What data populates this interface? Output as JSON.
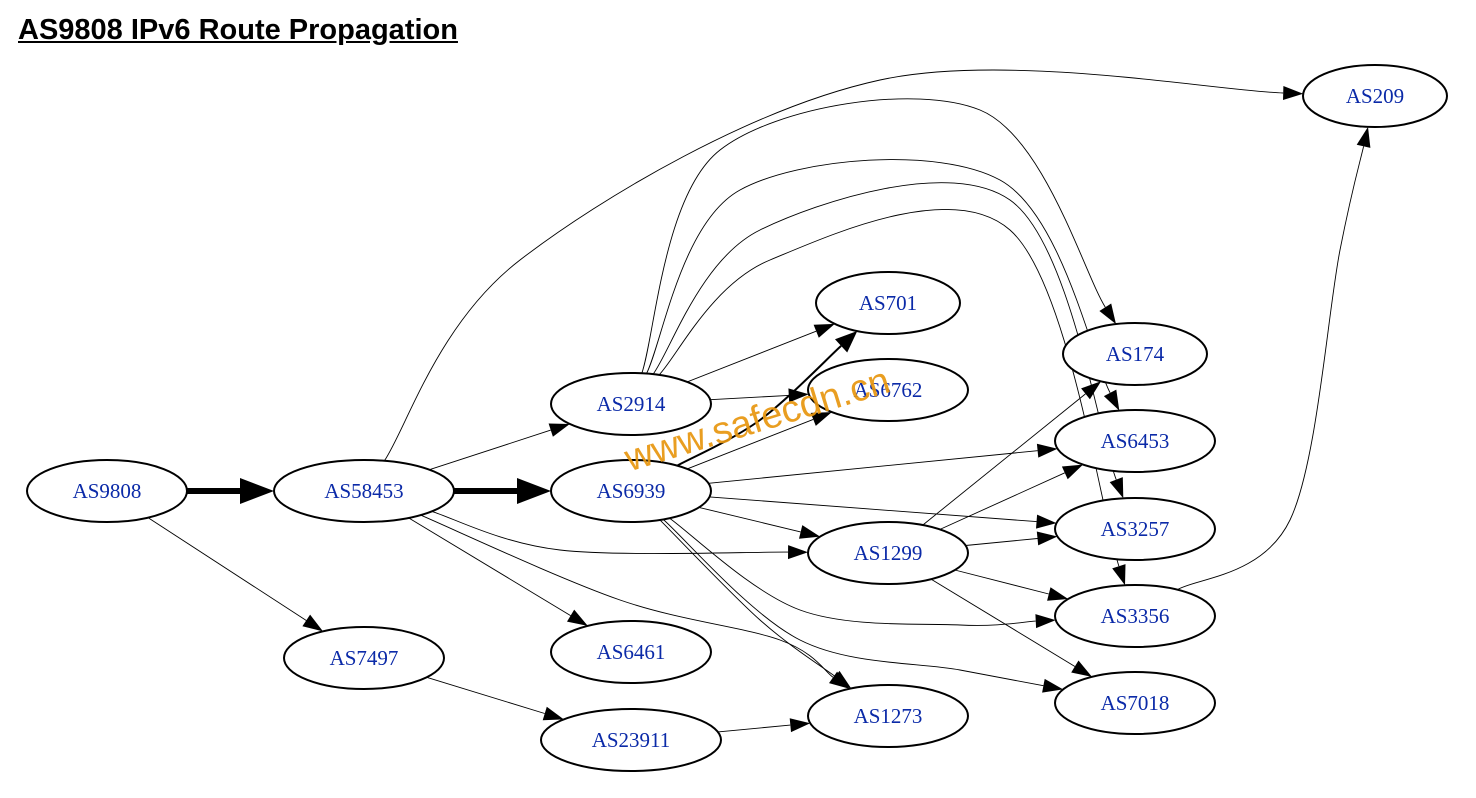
{
  "title": "AS9808 IPv6 Route Propagation",
  "watermark": "www.safecdn.cn",
  "colors": {
    "node_label": "#0b2aa8",
    "stroke": "#000000",
    "watermark": "#e8960f"
  },
  "nodes": [
    {
      "id": "AS9808",
      "label": "AS9808"
    },
    {
      "id": "AS58453",
      "label": "AS58453"
    },
    {
      "id": "AS7497",
      "label": "AS7497"
    },
    {
      "id": "AS2914",
      "label": "AS2914"
    },
    {
      "id": "AS6939",
      "label": "AS6939"
    },
    {
      "id": "AS6461",
      "label": "AS6461"
    },
    {
      "id": "AS23911",
      "label": "AS23911"
    },
    {
      "id": "AS701",
      "label": "AS701"
    },
    {
      "id": "AS6762",
      "label": "AS6762"
    },
    {
      "id": "AS1299",
      "label": "AS1299"
    },
    {
      "id": "AS1273",
      "label": "AS1273"
    },
    {
      "id": "AS209",
      "label": "AS209"
    },
    {
      "id": "AS174",
      "label": "AS174"
    },
    {
      "id": "AS6453",
      "label": "AS6453"
    },
    {
      "id": "AS3257",
      "label": "AS3257"
    },
    {
      "id": "AS3356",
      "label": "AS3356"
    },
    {
      "id": "AS7018",
      "label": "AS7018"
    }
  ],
  "edges": [
    {
      "from": "AS9808",
      "to": "AS58453",
      "weight": "heavy"
    },
    {
      "from": "AS58453",
      "to": "AS6939",
      "weight": "heavy"
    },
    {
      "from": "AS9808",
      "to": "AS7497",
      "weight": "normal"
    },
    {
      "from": "AS7497",
      "to": "AS23911",
      "weight": "normal"
    },
    {
      "from": "AS23911",
      "to": "AS1273",
      "weight": "normal"
    },
    {
      "from": "AS58453",
      "to": "AS2914",
      "weight": "normal"
    },
    {
      "from": "AS58453",
      "to": "AS6461",
      "weight": "normal"
    },
    {
      "from": "AS58453",
      "to": "AS1299",
      "weight": "normal"
    },
    {
      "from": "AS58453",
      "to": "AS1273",
      "weight": "normal"
    },
    {
      "from": "AS58453",
      "to": "AS209",
      "weight": "normal"
    },
    {
      "from": "AS2914",
      "to": "AS701",
      "weight": "normal"
    },
    {
      "from": "AS2914",
      "to": "AS6762",
      "weight": "normal"
    },
    {
      "from": "AS2914",
      "to": "AS174",
      "weight": "normal"
    },
    {
      "from": "AS2914",
      "to": "AS6453",
      "weight": "normal"
    },
    {
      "from": "AS2914",
      "to": "AS3257",
      "weight": "normal"
    },
    {
      "from": "AS2914",
      "to": "AS3356",
      "weight": "normal"
    },
    {
      "from": "AS6939",
      "to": "AS701",
      "weight": "medium"
    },
    {
      "from": "AS6939",
      "to": "AS6762",
      "weight": "normal"
    },
    {
      "from": "AS6939",
      "to": "AS6453",
      "weight": "normal"
    },
    {
      "from": "AS6939",
      "to": "AS3257",
      "weight": "normal"
    },
    {
      "from": "AS6939",
      "to": "AS1299",
      "weight": "normal"
    },
    {
      "from": "AS6939",
      "to": "AS3356",
      "weight": "normal"
    },
    {
      "from": "AS6939",
      "to": "AS7018",
      "weight": "normal"
    },
    {
      "from": "AS6939",
      "to": "AS1273",
      "weight": "normal"
    },
    {
      "from": "AS1299",
      "to": "AS174",
      "weight": "normal"
    },
    {
      "from": "AS1299",
      "to": "AS6453",
      "weight": "normal"
    },
    {
      "from": "AS1299",
      "to": "AS3257",
      "weight": "normal"
    },
    {
      "from": "AS1299",
      "to": "AS3356",
      "weight": "normal"
    },
    {
      "from": "AS1299",
      "to": "AS7018",
      "weight": "normal"
    },
    {
      "from": "AS3356",
      "to": "AS209",
      "weight": "normal"
    }
  ]
}
